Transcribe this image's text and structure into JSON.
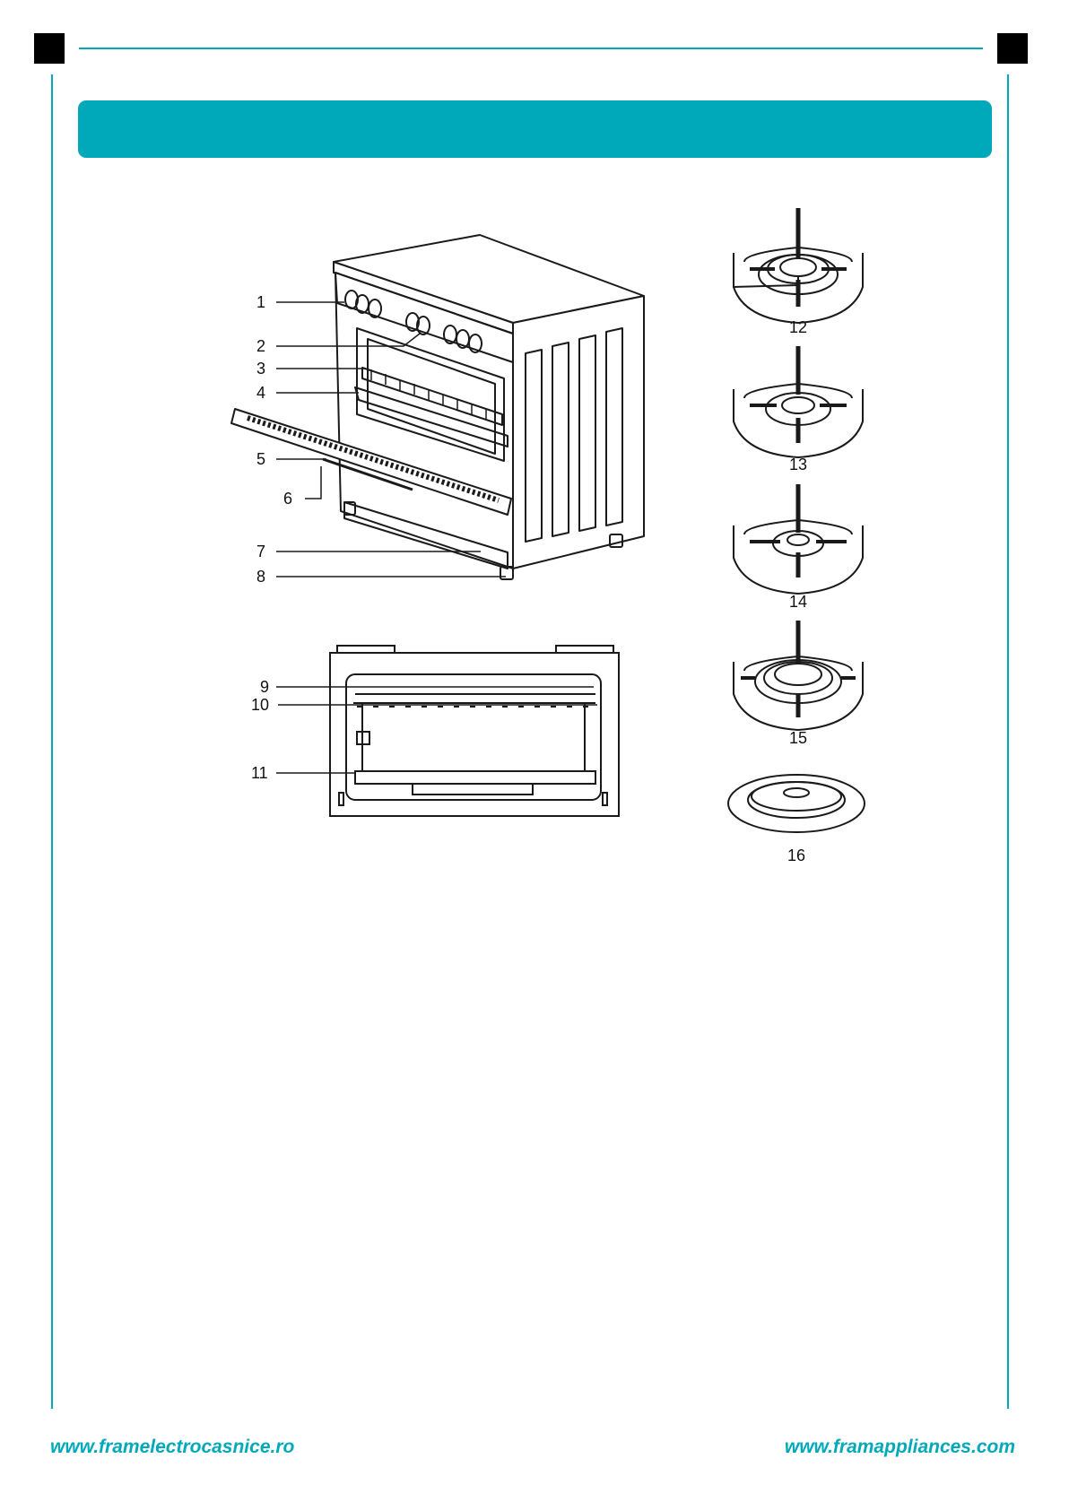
{
  "colors": {
    "accent": "#00a9ba",
    "ink": "#1a1a1a"
  },
  "figure": {
    "stove_callouts": [
      "1",
      "2",
      "3",
      "4",
      "5",
      "6",
      "7",
      "8"
    ],
    "cavity_callouts": [
      "9",
      "10",
      "11"
    ],
    "burner_labels": [
      "12",
      "13",
      "14",
      "15",
      "16"
    ]
  },
  "footer": {
    "left_url": "www.framelectrocasnice.ro",
    "right_url": "www.framappliances.com"
  }
}
